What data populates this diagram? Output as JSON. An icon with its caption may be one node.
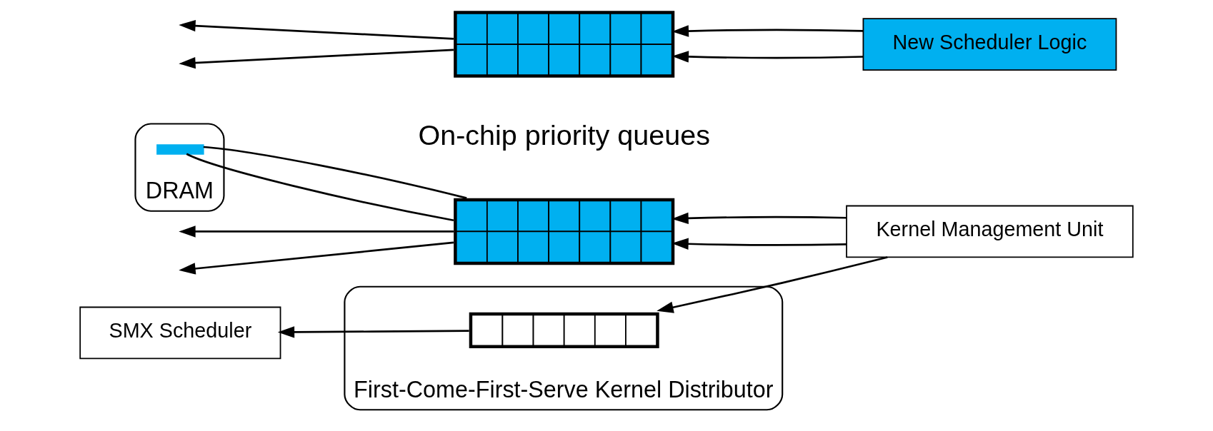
{
  "diagram": {
    "nodes": [
      {
        "text": [],
        "shape": "box"
      },
      {
        "text": [
          "Kernel Management Unit"
        ]
      },
      {
        "text": [
          "First-Come-First-Serve Kernel Distributor"
        ]
      },
      {
        "text": [],
        "shape": "box",
        "in": 2
      },
      {
        "text": [
          "DRAM"
        ]
      },
      {
        "text": [],
        "shape": "bar",
        "in": 4
      },
      {
        "text": [
          "SMX Scheduler"
        ]
      },
      {
        "text": [
          "New Scheduler Logic"
        ]
      },
      {
        "text": [],
        "shape": "box",
        "beside": [
          "On-chip priority queues"
        ]
      }
    ],
    "edges": [
      {
        "from": 1,
        "to": 0,
        "arrow": "to"
      },
      {
        "from": 1,
        "to": 0,
        "arrow": "to"
      },
      {
        "from": 0,
        "to": null,
        "arrow": "to"
      },
      {
        "from": 0,
        "to": null,
        "arrow": "to"
      },
      {
        "from": 0,
        "to": 5,
        "arrow": "none"
      },
      {
        "from": 0,
        "to": 5,
        "arrow": "none"
      },
      {
        "from": 1,
        "to": 3,
        "arrow": "to"
      },
      {
        "from": 3,
        "to": 6,
        "arrow": "to"
      },
      {
        "from": 7,
        "to": 8,
        "arrow": "to"
      },
      {
        "from": 7,
        "to": 8,
        "arrow": "to"
      },
      {
        "from": 8,
        "to": null,
        "arrow": "to"
      },
      {
        "from": 8,
        "to": null,
        "arrow": "to"
      }
    ]
  }
}
